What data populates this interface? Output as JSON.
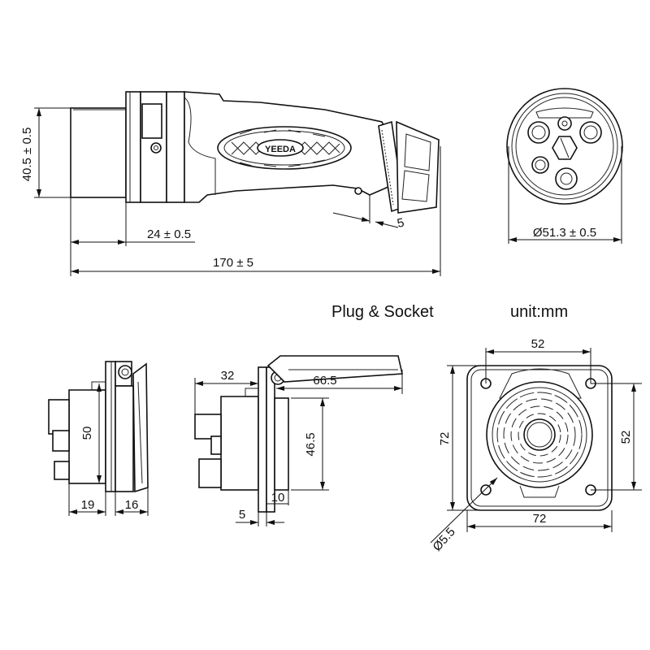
{
  "title": "Plug & Socket",
  "unit": "unit:mm",
  "plug_side_view": {
    "dims": {
      "height": "40.5 ± 0.5",
      "nose_length": "24 ± 0.5",
      "total_length": "170 ± 5",
      "cable_gland": "5"
    },
    "logo_text": "YEEDA"
  },
  "plug_front_view": {
    "dims": {
      "diameter": "Ø51.3 ± 0.5"
    }
  },
  "socket_side_view_closed": {
    "dims": {
      "height": "50",
      "rear_depth": "19",
      "front_depth": "16"
    }
  },
  "socket_side_view_open": {
    "dims": {
      "rear_depth": "32",
      "lid_length": "66.5",
      "body_height": "46.5",
      "flange": "5",
      "front": "10"
    }
  },
  "socket_front_view": {
    "dims": {
      "hole_spacing_x": "52",
      "hole_spacing_y": "52",
      "width": "72",
      "height": "72",
      "hole_diameter": "Ø5.5"
    }
  }
}
